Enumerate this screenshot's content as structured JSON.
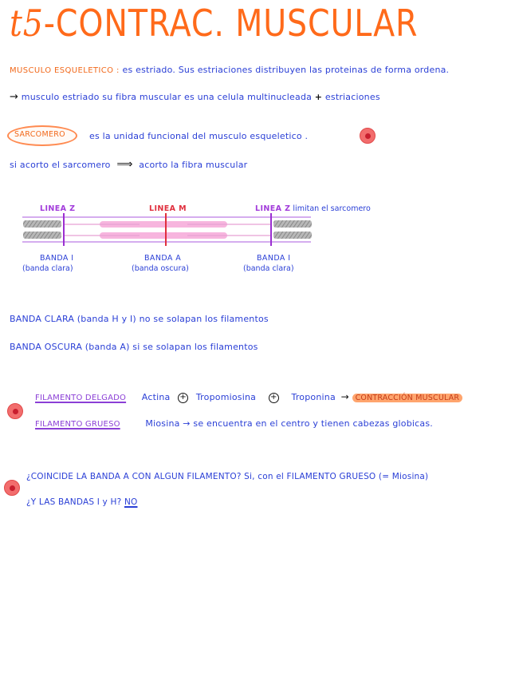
{
  "title": {
    "prefix": "t5",
    "text": "-CONTRAC. MUSCULAR"
  },
  "intro": {
    "label": "MUSCULO ESQUELETICO :",
    "text": "es estriado. Sus estriaciones distribuyen las proteinas de forma ordena."
  },
  "arrow_line": {
    "arrow": "→",
    "text": "musculo estriado su fibra muscular es una celula multinucleada",
    "plus": "+",
    "end": "estriaciones"
  },
  "sarcomero": {
    "label": "SARCOMERO",
    "text": "es la unidad funcional del musculo esqueletico ."
  },
  "acorta": {
    "left": "si acorto el sarcomero",
    "arrow": "⟹",
    "right": "acorto la fibra muscular"
  },
  "diagram": {
    "line_z_left": "LINEA Z",
    "line_m": "LINEA M",
    "line_z_right": "LINEA Z",
    "line_z_note": "limitan el sarcomero",
    "band_i_left": "BANDA I",
    "band_i_left_sub": "(banda clara)",
    "band_a": "BANDA A",
    "band_a_sub": "(banda oscura)",
    "band_i_right": "BANDA I",
    "band_i_right_sub": "(banda clara)"
  },
  "bands": {
    "clara": "BANDA CLARA (banda H y I)  no se solapan los filamentos",
    "oscura": "BANDA OSCURA (banda A) si se solapan los filamentos"
  },
  "filamentos": {
    "delgado_label": "FILAMENTO DELGADO",
    "actina": "Actina",
    "tropomiosina": "Tropomiosina",
    "troponina": "Troponina",
    "arrow": "→",
    "contraccion": "CONTRACCIÓN MUSCULAR",
    "grueso_label": "FILAMENTO GRUESO",
    "miosina": "Miosina",
    "grueso_text": "→ se encuentra en el centro  y tienen cabezas globicas."
  },
  "questions": {
    "q1": "¿COINCIDE LA BANDA A CON ALGUN FILAMENTO? Si, con el FILAMENTO GRUESO (= Miosina)",
    "q2_prefix": "¿Y LAS BANDAS I y H?",
    "q2_answer": "NO"
  },
  "colors": {
    "title": "#ff6a1a",
    "blue_ink": "#2a3fd6",
    "purple": "#a23cdb",
    "red": "#e0303e",
    "highlight": "#ffa56e"
  }
}
